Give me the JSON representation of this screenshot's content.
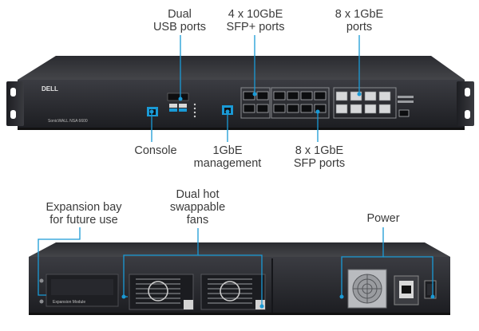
{
  "front": {
    "brand": "DELL",
    "model": "SonicWALL NSA 6600",
    "labels": {
      "usb": "Dual\nUSB ports",
      "sfp_plus": "4 x 10GbE\nSFP+ ports",
      "copper": "8 x 1GbE\nports",
      "console": "Console",
      "mgmt": "1GbE\nmanagement",
      "sfp": "8 x 1GbE\nSFP ports"
    }
  },
  "rear": {
    "expansion_module_text": "Expansion Module",
    "labels": {
      "expansion": "Expansion bay\nfor future use",
      "fans": "Dual hot\nswappable\nfans",
      "power": "Power"
    }
  },
  "colors": {
    "callout": "#1a9ad6",
    "chassis": "#2d2e33",
    "chassis_dark": "#1b1c20",
    "port_frame": "#8a8c90"
  }
}
